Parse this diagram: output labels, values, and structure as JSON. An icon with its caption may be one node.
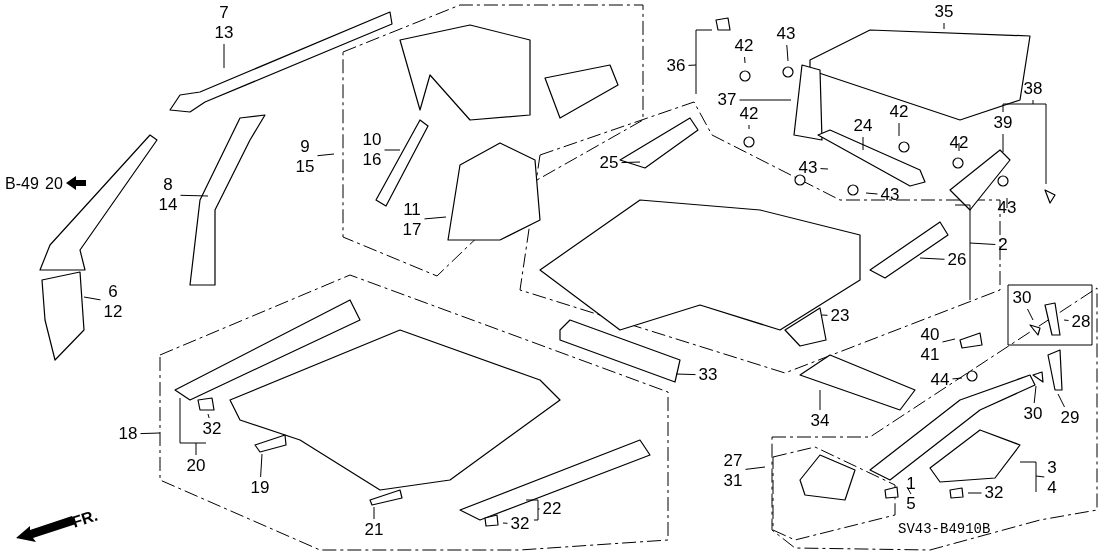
{
  "diagram": {
    "nodes": [
      {
        "text": [
          "7",
          "13"
        ]
      },
      {
        "text": [
          "8",
          "14"
        ]
      },
      {
        "text": [
          "6",
          "12"
        ]
      },
      {
        "text": [
          "9",
          "15"
        ]
      },
      {
        "text": [
          "10",
          "16"
        ]
      },
      {
        "text": [
          "11",
          "17"
        ]
      },
      {
        "text": [
          "36"
        ]
      },
      {
        "text": [
          "37"
        ]
      },
      {
        "text": [
          "43"
        ]
      },
      {
        "text": [
          "42"
        ]
      },
      {
        "text": [
          "42"
        ]
      },
      {
        "text": [
          "35"
        ]
      },
      {
        "text": [
          "38"
        ]
      },
      {
        "text": [
          "39"
        ]
      },
      {
        "text": [
          "24"
        ]
      },
      {
        "text": [
          "42"
        ]
      },
      {
        "text": [
          "42"
        ]
      },
      {
        "text": [
          "25"
        ]
      },
      {
        "text": [
          "43"
        ]
      },
      {
        "text": [
          "43"
        ]
      },
      {
        "text": [
          "43"
        ]
      },
      {
        "text": [
          "2"
        ]
      },
      {
        "text": [
          "26"
        ]
      },
      {
        "text": [
          "23"
        ]
      },
      {
        "text": [
          "33"
        ]
      },
      {
        "text": [
          "34"
        ]
      },
      {
        "text": [
          "40",
          "41"
        ]
      },
      {
        "text": [
          "44"
        ]
      },
      {
        "text": [
          "30"
        ]
      },
      {
        "text": [
          "28"
        ]
      },
      {
        "text": [
          "29"
        ]
      },
      {
        "text": [
          "30"
        ]
      },
      {
        "text": [
          "27",
          "31"
        ]
      },
      {
        "text": [
          "1",
          "5"
        ]
      },
      {
        "text": [
          "3",
          "4"
        ]
      },
      {
        "text": [
          "32"
        ]
      },
      {
        "text": [
          "18"
        ]
      },
      {
        "text": [
          "32"
        ]
      },
      {
        "text": [
          "20"
        ]
      },
      {
        "text": [
          "19"
        ]
      },
      {
        "text": [
          "21"
        ]
      },
      {
        "text": [
          "22"
        ]
      },
      {
        "text": [
          "32"
        ]
      }
    ],
    "edges": [
      {
        "from": 0,
        "to": null,
        "arrow": "none"
      },
      {
        "from": 1,
        "to": null,
        "arrow": "none"
      },
      {
        "from": 2,
        "to": null,
        "arrow": "none"
      },
      {
        "from": 3,
        "to": null,
        "arrow": "none"
      },
      {
        "from": 4,
        "to": null,
        "arrow": "none"
      },
      {
        "from": 5,
        "to": null,
        "arrow": "none"
      },
      {
        "from": 6,
        "to": null,
        "arrow": "none"
      },
      {
        "from": 7,
        "to": null,
        "arrow": "none"
      },
      {
        "from": 8,
        "to": null,
        "arrow": "none"
      },
      {
        "from": 9,
        "to": null,
        "arrow": "none"
      },
      {
        "from": 10,
        "to": null,
        "arrow": "none"
      },
      {
        "from": 11,
        "to": null,
        "arrow": "none"
      },
      {
        "from": 12,
        "to": null,
        "arrow": "none"
      },
      {
        "from": 13,
        "to": null,
        "arrow": "none"
      },
      {
        "from": 14,
        "to": null,
        "arrow": "none"
      },
      {
        "from": 15,
        "to": null,
        "arrow": "none"
      },
      {
        "from": 16,
        "to": null,
        "arrow": "none"
      },
      {
        "from": 17,
        "to": null,
        "arrow": "none"
      },
      {
        "from": 18,
        "to": null,
        "arrow": "none"
      },
      {
        "from": 19,
        "to": null,
        "arrow": "none"
      },
      {
        "from": 20,
        "to": null,
        "arrow": "none"
      },
      {
        "from": 21,
        "to": null,
        "arrow": "none"
      },
      {
        "from": 22,
        "to": null,
        "arrow": "none"
      },
      {
        "from": 23,
        "to": null,
        "arrow": "none"
      },
      {
        "from": 24,
        "to": null,
        "arrow": "none"
      },
      {
        "from": 25,
        "to": null,
        "arrow": "none"
      },
      {
        "from": 26,
        "to": null,
        "arrow": "none"
      },
      {
        "from": 27,
        "to": null,
        "arrow": "none"
      },
      {
        "from": 28,
        "to": null,
        "arrow": "none"
      },
      {
        "from": 29,
        "to": null,
        "arrow": "none"
      },
      {
        "from": 30,
        "to": null,
        "arrow": "none"
      },
      {
        "from": 31,
        "to": null,
        "arrow": "none"
      },
      {
        "from": 32,
        "to": null,
        "arrow": "none"
      },
      {
        "from": 33,
        "to": null,
        "arrow": "none"
      },
      {
        "from": 34,
        "to": null,
        "arrow": "none"
      },
      {
        "from": 35,
        "to": null,
        "arrow": "none"
      },
      {
        "from": 36,
        "to": null,
        "arrow": "none"
      },
      {
        "from": 37,
        "to": null,
        "arrow": "none"
      },
      {
        "from": 38,
        "to": null,
        "arrow": "none"
      },
      {
        "from": 39,
        "to": null,
        "arrow": "none"
      },
      {
        "from": 40,
        "to": null,
        "arrow": "none"
      },
      {
        "from": 41,
        "to": null,
        "arrow": "none"
      },
      {
        "from": 42,
        "to": null,
        "arrow": "none"
      }
    ],
    "labels": [
      "B-49",
      "20",
      "FR.",
      "SV43-B4910B"
    ]
  }
}
